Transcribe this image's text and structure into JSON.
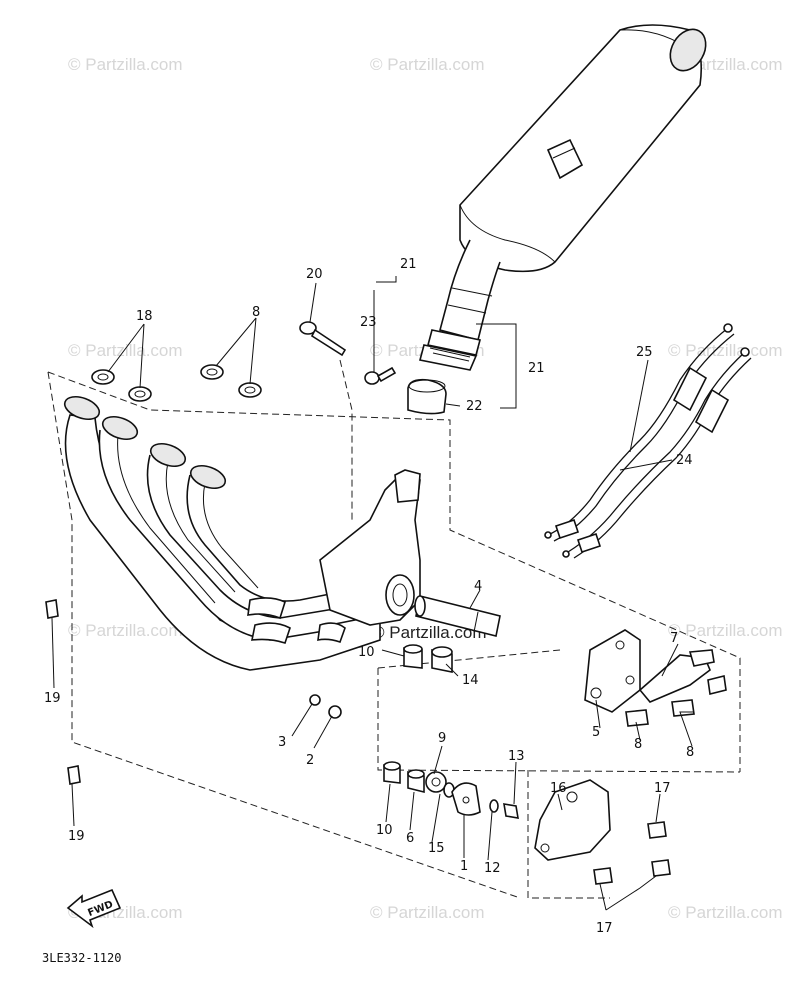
{
  "watermark": "© Partzilla.com",
  "diagram_code": "3LE332-1120",
  "fwd_label": "FWD",
  "callouts": {
    "c1": "1",
    "c2": "2",
    "c3": "3",
    "c4": "4",
    "c5": "5",
    "c6": "6",
    "c7": "7",
    "c8a": "8",
    "c8b": "8",
    "c8c": "8",
    "c9": "9",
    "c10a": "10",
    "c10b": "10",
    "c12": "12",
    "c13": "13",
    "c14": "14",
    "c15": "15",
    "c16": "16",
    "c17a": "17",
    "c17b": "17",
    "c18": "18",
    "c19a": "19",
    "c19b": "19",
    "c20": "20",
    "c21a": "21",
    "c21b": "21",
    "c22": "22",
    "c23": "23",
    "c24": "24",
    "c25": "25"
  }
}
